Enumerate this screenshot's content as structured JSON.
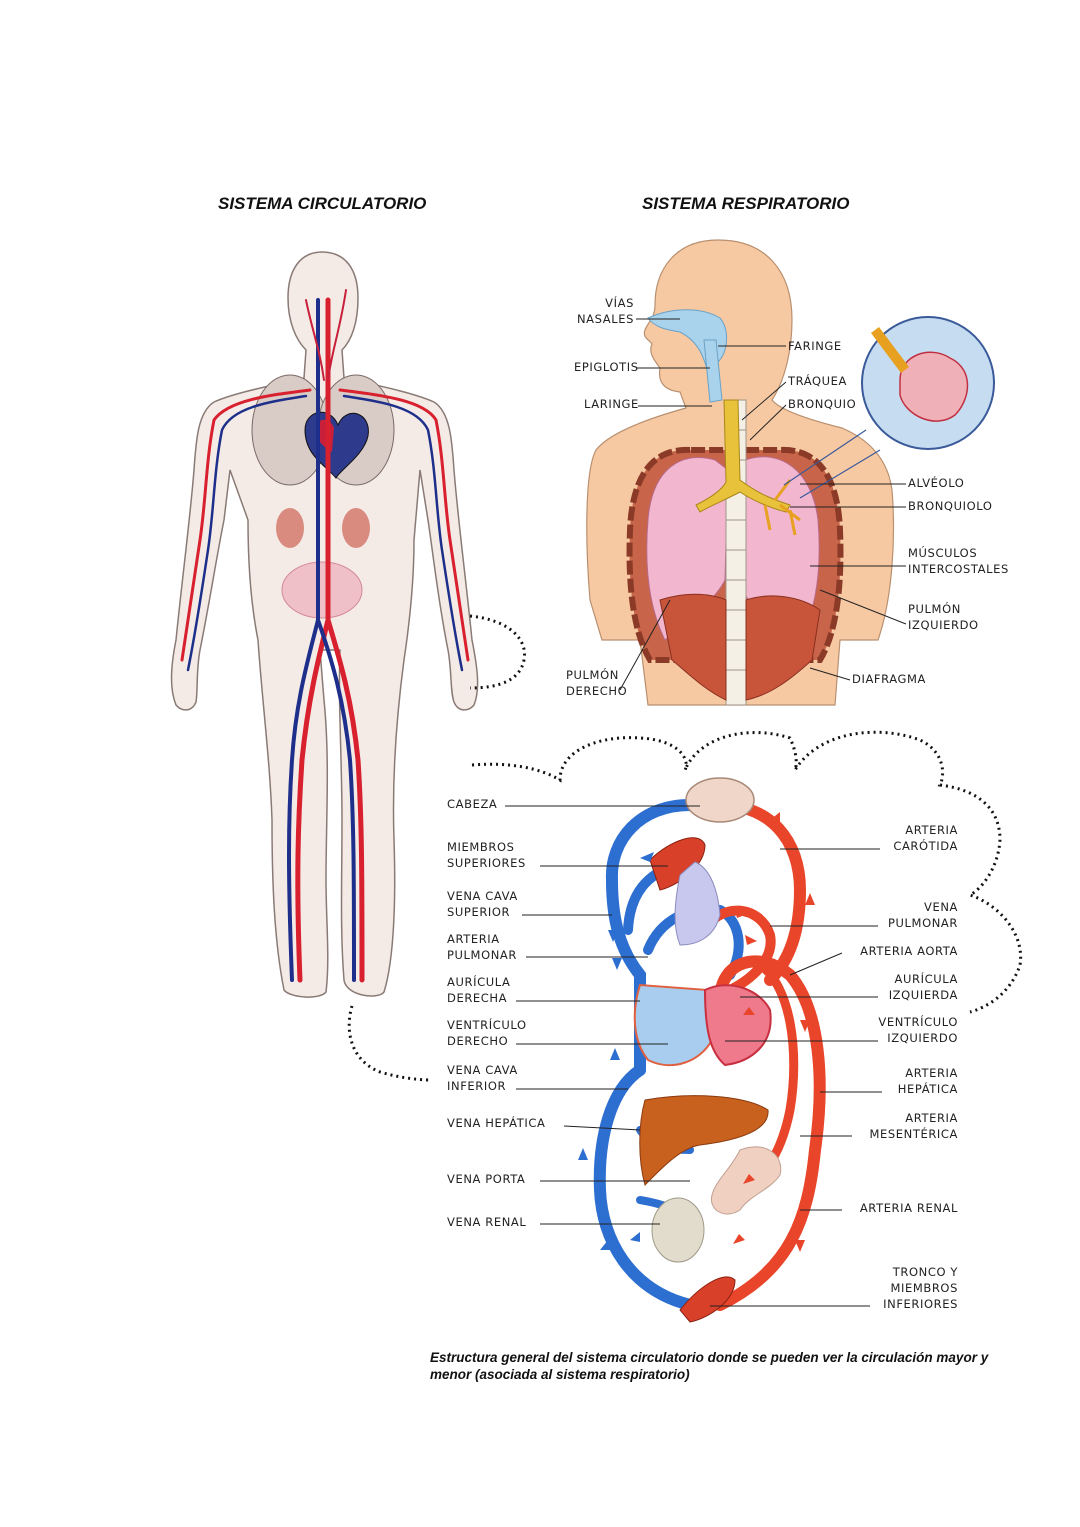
{
  "titles": {
    "circulatory": "SISTEMA CIRCULATORIO",
    "respiratory": "SISTEMA RESPIRATORIO"
  },
  "respiratory_labels": {
    "vias_nasales": "VÍAS\nNASALES",
    "epiglotis": "EPIGLOTIS",
    "laringe": "LARINGE",
    "faringe": "FARINGE",
    "traquea": "TRÁQUEA",
    "bronquio": "BRONQUIO",
    "alveolo": "ALVÉOLO",
    "bronquiolo": "BRONQUIOLO",
    "musculos": "MÚSCULOS\nINTERCOSTALES",
    "pulmon_izq": "PULMÓN\nIZQUIERDO",
    "pulmon_der": "PULMÓN\nDERECHO",
    "diafragma": "DIAFRAGMA"
  },
  "circulation_labels": {
    "left": [
      "CABEZA",
      "MIEMBROS\nSUPERIORES",
      "VENA CAVA\nSUPERIOR",
      "ARTERIA\nPULMONAR",
      "AURÍCULA\nDERECHA",
      "VENTRÍCULO\nDERECHO",
      "VENA CAVA\nINFERIOR",
      "VENA HEPÁTICA",
      "VENA PORTA",
      "VENA RENAL"
    ],
    "right": [
      "ARTERIA\nCARÓTIDA",
      "VENA\nPULMONAR",
      "ARTERIA AORTA",
      "AURÍCULA\nIZQUIERDA",
      "VENTRÍCULO\nIZQUIERDO",
      "ARTERIA\nHEPÁTICA",
      "ARTERIA\nMESENTÉRICA",
      "ARTERIA RENAL",
      "TRONCO Y\nMIEMBROS\nINFERIORES"
    ]
  },
  "caption": "Estructura general del sistema circulatorio donde se pueden ver la circulación mayor y menor (asociada al sistema respiratorio)",
  "colors": {
    "artery": "#e8452a",
    "vein": "#2d6fd0",
    "skin": "#f7c9a3",
    "lung": "#f2b6cf"
  }
}
